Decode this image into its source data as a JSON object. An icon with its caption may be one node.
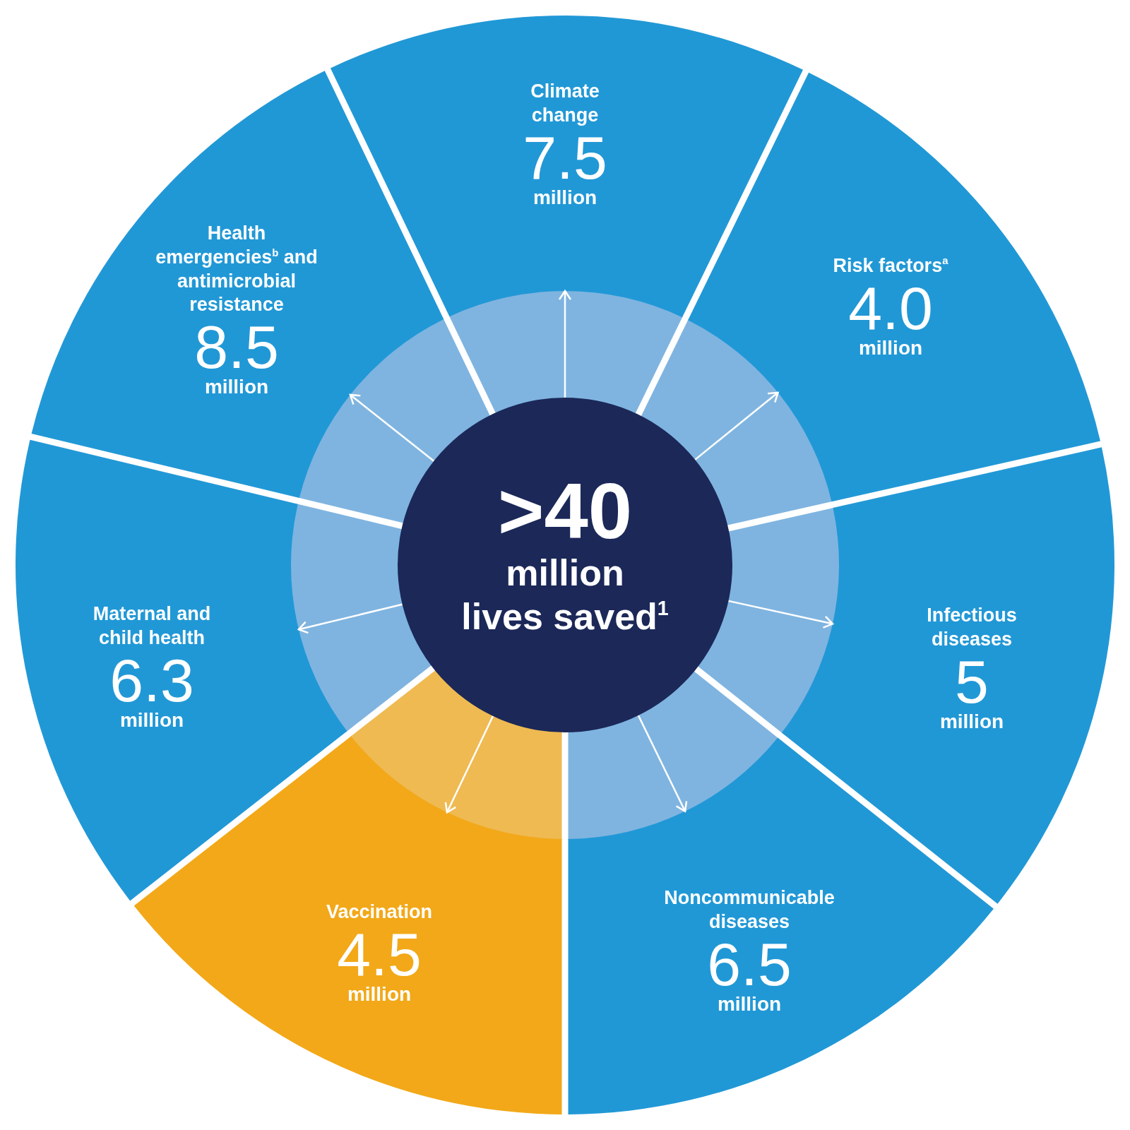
{
  "diagram": {
    "nodes": [
      {
        "text": [
          ">40",
          "million",
          "lives saved$^{1}$"
        ]
      },
      {
        "text": [
          "Climate change",
          "7.5",
          "million"
        ]
      },
      {
        "text": [
          "Risk factors$^{a}$",
          "4.0",
          "million"
        ]
      },
      {
        "text": [
          "Infectious diseases",
          "5",
          "million"
        ]
      },
      {
        "text": [
          "Noncommunicable diseases",
          "6.5",
          "million"
        ]
      },
      {
        "text": [
          "Vaccination",
          "4.5",
          "million"
        ]
      },
      {
        "text": [
          "Maternal and child health",
          "6.3",
          "million"
        ]
      },
      {
        "text": [
          "Health emergencies$^{b}$ and antimicrobial resistance",
          "8.5",
          "million"
        ]
      }
    ],
    "edges": [
      {
        "from": 0,
        "to": 1,
        "arrow": "to"
      },
      {
        "from": 0,
        "to": 2,
        "arrow": "to"
      },
      {
        "from": 0,
        "to": 3,
        "arrow": "to"
      },
      {
        "from": 0,
        "to": 4,
        "arrow": "to"
      },
      {
        "from": 0,
        "to": 5,
        "arrow": "to"
      },
      {
        "from": 0,
        "to": 6,
        "arrow": "to"
      },
      {
        "from": 0,
        "to": 7,
        "arrow": "to"
      }
    ]
  }
}
